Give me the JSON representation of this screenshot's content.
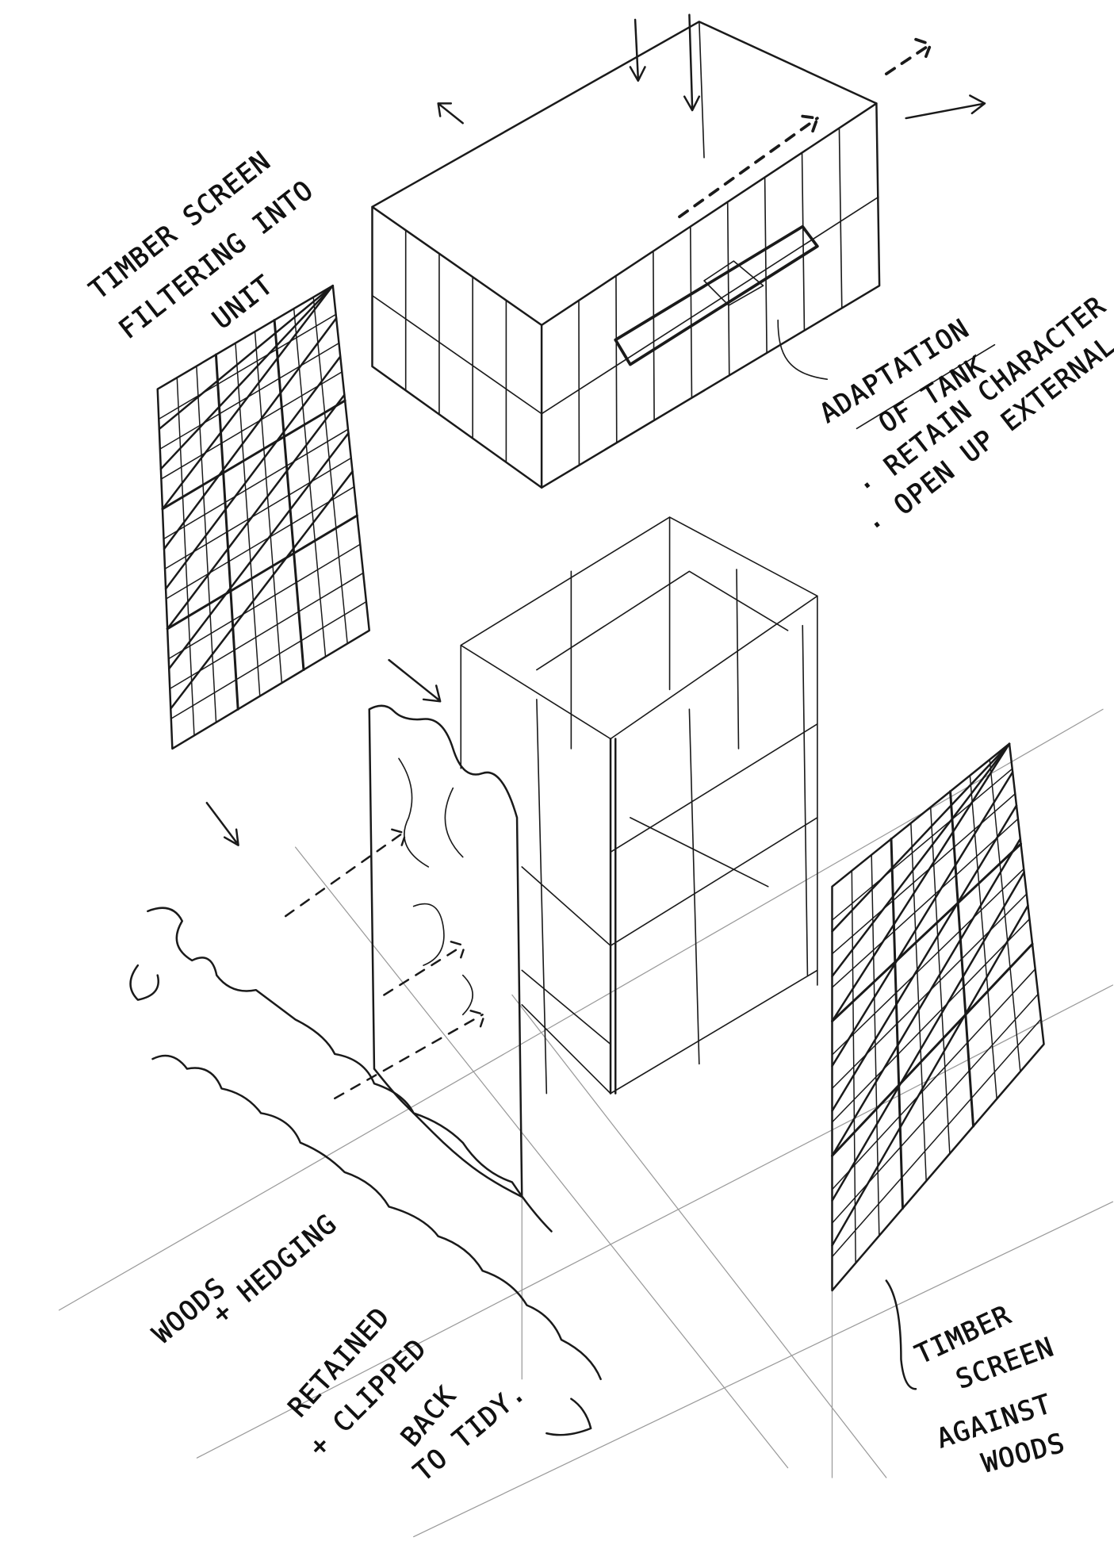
{
  "colors": {
    "ink": "#1a1a1a",
    "paper": "#ffffff",
    "guide": "#9a9a9a"
  },
  "annotations": {
    "timber_screen_filtering": [
      "TIMBER SCREEN",
      "FILTERING INTO",
      "UNIT"
    ],
    "adaptation_of_tank": {
      "heading": [
        "ADAPTATION",
        "OF TANK"
      ],
      "bullets": [
        "· RETAIN CHARACTER",
        "· OPEN UP EXTERNAL"
      ]
    },
    "woods_hedging": [
      "WOODS",
      "+ HEDGING",
      "RETAINED",
      "+ CLIPPED",
      "BACK",
      "TO TIDY."
    ],
    "timber_screen_against_woods": [
      "TIMBER",
      "SCREEN",
      "AGAINST",
      "WOODS"
    ]
  }
}
